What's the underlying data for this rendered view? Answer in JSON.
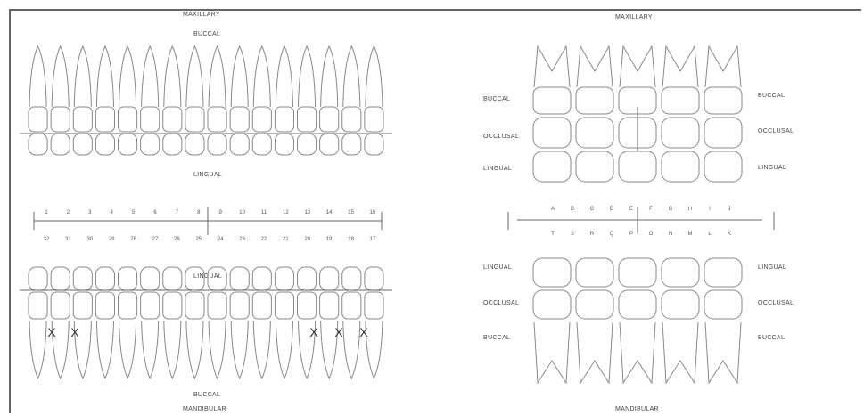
{
  "window": {
    "title": ""
  },
  "adult_chart": {
    "upper_title": "MAXILLARY",
    "upper_buccal": "BUCCAL",
    "upper_lingual": "LINGUAL",
    "lower_lingual": "LINGUAL",
    "lower_buccal": "BUCCAL",
    "lower_title": "MANDIBULAR",
    "upper_numbers": [
      "1",
      "2",
      "3",
      "4",
      "5",
      "6",
      "7",
      "8",
      "9",
      "10",
      "11",
      "12",
      "13",
      "14",
      "15",
      "16"
    ],
    "lower_numbers": [
      "32",
      "31",
      "30",
      "29",
      "28",
      "27",
      "26",
      "25",
      "24",
      "23",
      "22",
      "21",
      "20",
      "19",
      "18",
      "17"
    ],
    "missing_marks": [
      "X",
      "X",
      "X",
      "X",
      "X"
    ]
  },
  "child_chart": {
    "upper_title": "MAXILLARY",
    "lower_title": "MANDIBULAR",
    "row_labels_upper": [
      "BUCCAL",
      "OCCLUSAL",
      "LINGUAL"
    ],
    "row_labels_lower": [
      "LINGUAL",
      "OCCLUSAL",
      "BUCCAL"
    ],
    "upper_letters": [
      "A",
      "B",
      "C",
      "D",
      "E",
      "F",
      "G",
      "H",
      "I",
      "J"
    ],
    "lower_letters": [
      "T",
      "S",
      "R",
      "Q",
      "P",
      "O",
      "N",
      "M",
      "L",
      "K"
    ]
  }
}
